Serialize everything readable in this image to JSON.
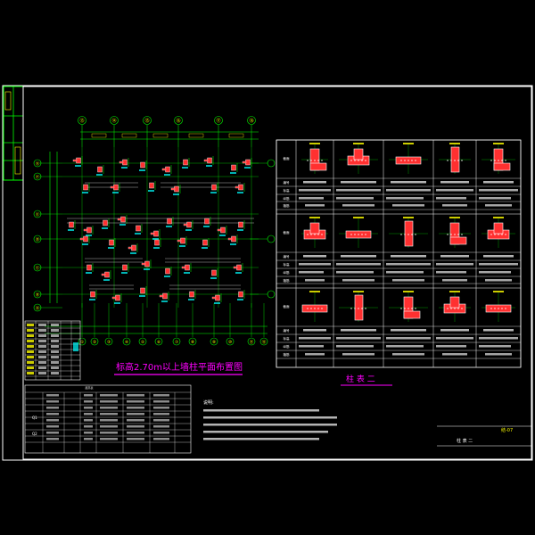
{
  "colors": {
    "background": "#000000",
    "frame": "#ffffff",
    "titleblock": "#00ff00",
    "grid_axis": "#00ff00",
    "dimension": "#00ff00",
    "column_fill": "#ff3030",
    "column_outline": "#ffffff",
    "magenta_line": "#ff00ff",
    "title_text": "#ff00ff",
    "cyan_text": "#00ffff",
    "yellow_text": "#ffff00",
    "text": "#ffffff"
  },
  "plan": {
    "title": "标高2.70m以上墙柱平面布置图",
    "axes_top": [
      "⑬",
      "⑭",
      "⑮",
      "⑯",
      "⑰",
      "⑱"
    ],
    "axes_bottom": [
      "①",
      "②",
      "③",
      "④",
      "⑤",
      "⑥",
      "⑦",
      "⑧",
      "⑨",
      "⑩",
      "⑪",
      "⑫"
    ],
    "axes_left": [
      "Ⓖ",
      "Ⓕ",
      "Ⓔ",
      "Ⓓ",
      "Ⓒ",
      "Ⓑ",
      "Ⓐ"
    ]
  },
  "schedule": {
    "title": "柱 表 二",
    "row_labels": [
      "截面",
      "编号",
      "标高",
      "纵筋",
      "箍筋"
    ]
  },
  "notes": {
    "heading": "说明:"
  },
  "sheet": {
    "drawing_no": "结-07",
    "sheet_title": "柱 表 二"
  },
  "level_table": {
    "title": "层高表"
  }
}
